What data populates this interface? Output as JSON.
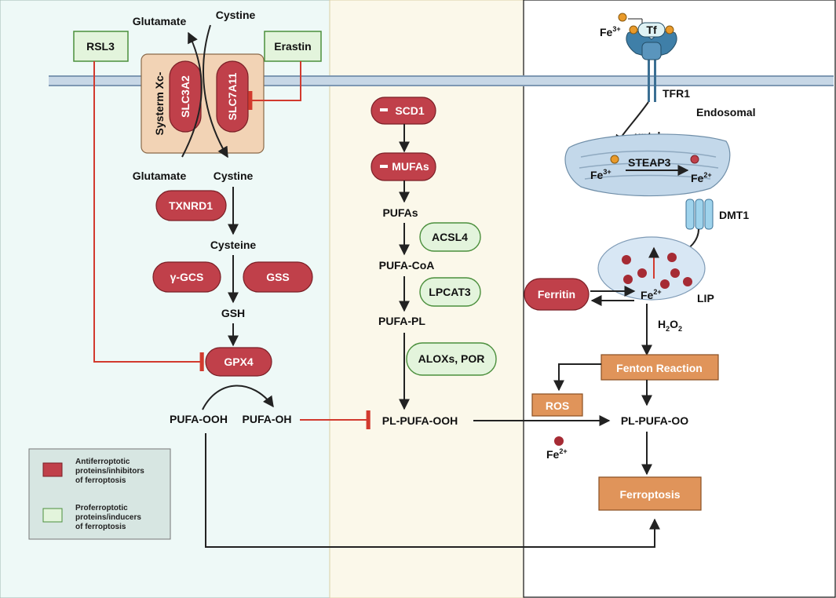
{
  "colors": {
    "anti_fill": "#c0404a",
    "anti_stroke": "#7a1f26",
    "pro_fill": "#e3f4dc",
    "pro_stroke": "#4b8f3c",
    "orange_fill": "#e0945a",
    "orange_stroke": "#8a4f22",
    "panel_left": "#eef9f7",
    "panel_mid": "#fbf8ea",
    "panel_right": "#ffffff",
    "inhibit_line": "#d23a2e",
    "membrane": "#b7c9dc",
    "transporter_box": "#f2d3b5"
  },
  "left": {
    "rsl3": "RSL3",
    "erastin": "Erastin",
    "glutamate_top": "Glutamate",
    "cystine_top": "Cystine",
    "system_xc": "Systerm Xc-",
    "slc3a2": "SLC3A2",
    "slc7a11": "SLC7A11",
    "glutamate_bottom": "Glutamate",
    "cystine_bottom": "Cystine",
    "txnrd1": "TXNRD1",
    "cysteine": "Cysteine",
    "ggcs": "γ-GCS",
    "gss": "GSS",
    "gsh": "GSH",
    "gpx4": "GPX4",
    "pufa_ooh": "PUFA-OOH",
    "pufa_oh": "PUFA-OH"
  },
  "middle": {
    "scd1": "SCD1",
    "mufas": "MUFAs",
    "pufas": "PUFAs",
    "acsl4": "ACSL4",
    "pufa_coa": "PUFA-CoA",
    "lpcat3": "LPCAT3",
    "pufa_pl": "PUFA-PL",
    "aloxs_por": "ALOXs, POR",
    "pl_pufa_ooh": "PL-PUFA-OOH"
  },
  "right": {
    "fe3_top": "Fe",
    "fe3_top_sup": "3+",
    "tf": "Tf",
    "tfr1": "TFR1",
    "endosomal": "Endosomal",
    "uptake": "uptake",
    "steap3": "STEAP3",
    "fe3_endo": "Fe",
    "fe3_endo_sup": "3+",
    "fe2_endo": "Fe",
    "fe2_endo_sup": "2+",
    "dmt1": "DMT1",
    "ferritin": "Ferritin",
    "fe2_lip": "Fe",
    "fe2_lip_sup": "2+",
    "lip": "LIP",
    "h2o2": "H",
    "h2o2_sub1": "2",
    "h2o2_mid": "O",
    "h2o2_sub2": "2",
    "fenton": "Fenton Reaction",
    "ros": "ROS",
    "fe2_bottom": "Fe",
    "fe2_bottom_sup": "2+",
    "pl_pufa_oo": "PL-PUFA-OO",
    "ferroptosis": "Ferroptosis"
  },
  "legend": {
    "anti_line1": "Antiferroptotic",
    "anti_line2": "proteins/inhibitors",
    "anti_line3": "of ferroptosis",
    "pro_line1": "Proferroptotic",
    "pro_line2": "proteins/inducers",
    "pro_line3": "of ferroptosis"
  }
}
